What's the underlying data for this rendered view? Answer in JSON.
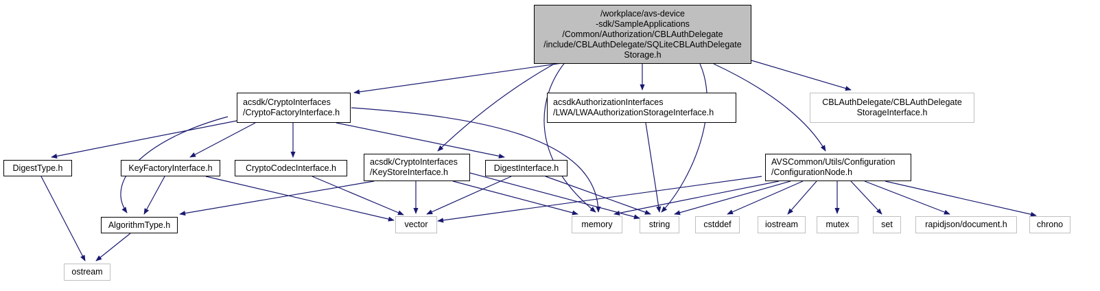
{
  "nodes": [
    {
      "id": "root",
      "lines": [
        "/workplace/avs-device",
        "-sdk/SampleApplications",
        "/Common/Authorization/CBLAuthDelegate",
        "/include/CBLAuthDelegate/SQLiteCBLAuthDelegate",
        "Storage.h"
      ]
    },
    {
      "id": "cryptofactory",
      "lines": [
        "acsdk/CryptoInterfaces",
        "/CryptoFactoryInterface.h"
      ]
    },
    {
      "id": "lwa",
      "lines": [
        "acsdkAuthorizationInterfaces",
        "/LWA/LWAAuthorizationStorageInterface.h"
      ]
    },
    {
      "id": "cblstorage",
      "lines": [
        "CBLAuthDelegate/CBLAuthDelegate",
        "StorageInterface.h"
      ]
    },
    {
      "id": "digesttype",
      "lines": [
        "DigestType.h"
      ]
    },
    {
      "id": "keyfactory",
      "lines": [
        "KeyFactoryInterface.h"
      ]
    },
    {
      "id": "cryptocodec",
      "lines": [
        "CryptoCodecInterface.h"
      ]
    },
    {
      "id": "keystore",
      "lines": [
        "acsdk/CryptoInterfaces",
        "/KeyStoreInterface.h"
      ]
    },
    {
      "id": "digestinterface",
      "lines": [
        "DigestInterface.h"
      ]
    },
    {
      "id": "confignode",
      "lines": [
        "AVSCommon/Utils/Configuration",
        "/ConfigurationNode.h"
      ]
    },
    {
      "id": "algorithmtype",
      "lines": [
        "AlgorithmType.h"
      ]
    },
    {
      "id": "vector",
      "lines": [
        "vector"
      ]
    },
    {
      "id": "memory",
      "lines": [
        "memory"
      ]
    },
    {
      "id": "string",
      "lines": [
        "string"
      ]
    },
    {
      "id": "cstddef",
      "lines": [
        "cstddef"
      ]
    },
    {
      "id": "iostream",
      "lines": [
        "iostream"
      ]
    },
    {
      "id": "mutex",
      "lines": [
        "mutex"
      ]
    },
    {
      "id": "set",
      "lines": [
        "set"
      ]
    },
    {
      "id": "rapidjson",
      "lines": [
        "rapidjson/document.h"
      ]
    },
    {
      "id": "chrono",
      "lines": [
        "chrono"
      ]
    },
    {
      "id": "ostream",
      "lines": [
        "ostream"
      ]
    }
  ],
  "colors": {
    "edge": "#191970",
    "root_fill": "#bfbfbf",
    "node_border": "#000000",
    "external_border": "#bfbfbf"
  }
}
